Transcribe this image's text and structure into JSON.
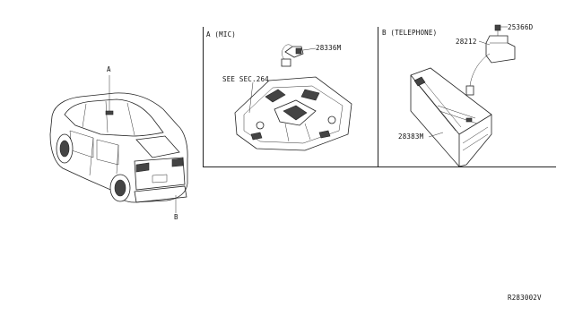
{
  "labels": {
    "car_callout_a": "A",
    "car_callout_b": "B",
    "panel_a_title": "A (MIC)",
    "panel_b_title": "B (TELEPHONE)",
    "see_sec": "SEE SEC.264",
    "part_28336m": "28336M",
    "part_253660": "25366D",
    "part_28212": "28212",
    "part_28383m": "28383M",
    "diagram_code": "R283002V"
  }
}
